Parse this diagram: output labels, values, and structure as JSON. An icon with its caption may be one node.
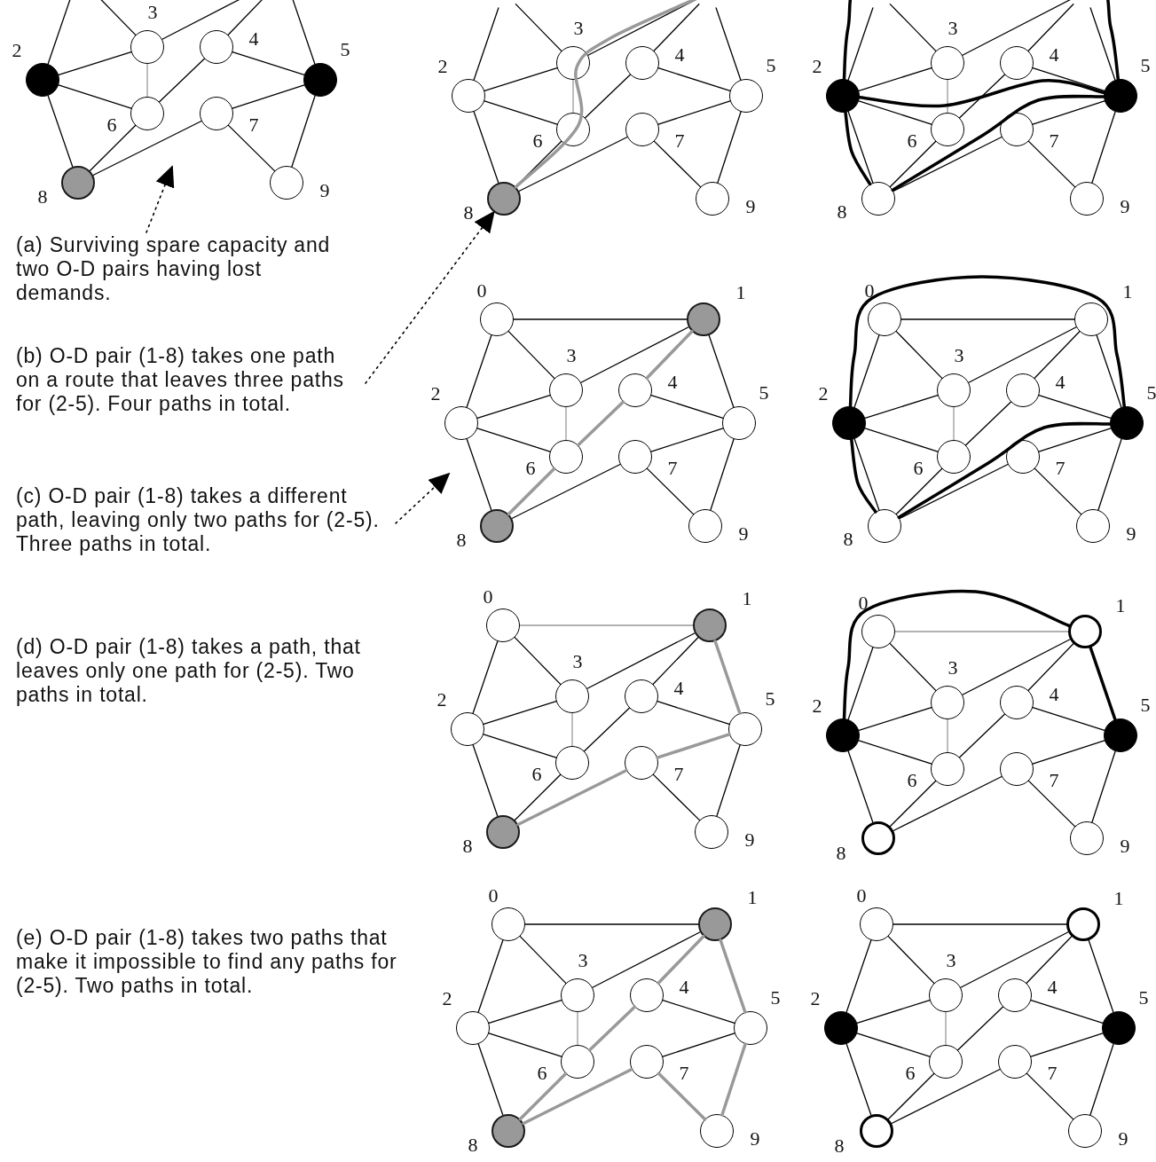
{
  "diagram": {
    "nodes": [
      {
        "text": [],
        "shape": "circle",
        "beside": [
          "2"
        ]
      },
      {
        "text": [],
        "shape": "circle",
        "beside": [
          "3"
        ]
      },
      {
        "text": [],
        "shape": "circle",
        "beside": [
          "4"
        ]
      },
      {
        "text": [],
        "shape": "circle",
        "beside": [
          "5"
        ]
      },
      {
        "text": [],
        "shape": "circle",
        "beside": [
          "6"
        ]
      },
      {
        "text": [],
        "shape": "circle",
        "beside": [
          "7"
        ]
      },
      {
        "text": [],
        "shape": "circle",
        "beside": [
          "8"
        ]
      },
      {
        "text": [],
        "shape": "circle",
        "beside": [
          "9"
        ]
      },
      {
        "text": [],
        "shape": "circle",
        "beside": [
          "2"
        ]
      },
      {
        "text": [],
        "shape": "circle",
        "beside": [
          "3"
        ]
      },
      {
        "text": [],
        "shape": "circle",
        "beside": [
          "4"
        ]
      },
      {
        "text": [],
        "shape": "circle",
        "beside": [
          "5"
        ]
      },
      {
        "text": [],
        "shape": "circle",
        "beside": [
          "6"
        ]
      },
      {
        "text": [],
        "shape": "circle",
        "beside": [
          "7"
        ]
      },
      {
        "text": [],
        "shape": "circle",
        "beside": [
          "8"
        ]
      },
      {
        "text": [],
        "shape": "circle",
        "beside": [
          "9"
        ]
      },
      {
        "text": [],
        "shape": "circle",
        "beside": [
          "2"
        ]
      },
      {
        "text": [],
        "shape": "circle",
        "beside": [
          "3"
        ]
      },
      {
        "text": [],
        "shape": "circle",
        "beside": [
          "4"
        ]
      },
      {
        "text": [],
        "shape": "circle",
        "beside": [
          "5"
        ]
      },
      {
        "text": [],
        "shape": "circle",
        "beside": [
          "6"
        ]
      },
      {
        "text": [],
        "shape": "circle",
        "beside": [
          "7"
        ]
      },
      {
        "text": [],
        "shape": "circle",
        "beside": [
          "8"
        ]
      },
      {
        "text": [],
        "shape": "circle",
        "beside": [
          "9"
        ]
      },
      {
        "text": [
          "(a) Surviving spare capacity and two O-D pairs having lost demands."
        ]
      },
      {
        "text": [
          "(b) O-D pair (1-8) takes one path on a route that leaves three paths for (2-5). Four paths in total."
        ]
      },
      {
        "text": [],
        "shape": "circle",
        "beside": [
          "0"
        ]
      },
      {
        "text": [],
        "shape": "circle",
        "beside": [
          "1"
        ]
      },
      {
        "text": [],
        "shape": "circle",
        "beside": [
          "2"
        ]
      },
      {
        "text": [],
        "shape": "circle",
        "beside": [
          "3"
        ]
      },
      {
        "text": [],
        "shape": "circle",
        "beside": [
          "4"
        ]
      },
      {
        "text": [],
        "shape": "circle",
        "beside": [
          "5"
        ]
      },
      {
        "text": [],
        "shape": "circle",
        "beside": [
          "6"
        ]
      },
      {
        "text": [],
        "shape": "circle",
        "beside": [
          "7"
        ]
      },
      {
        "text": [],
        "shape": "circle",
        "beside": [
          "8"
        ]
      },
      {
        "text": [],
        "shape": "circle",
        "beside": [
          "9"
        ]
      },
      {
        "text": [],
        "shape": "circle",
        "beside": [
          "0"
        ]
      },
      {
        "text": [],
        "shape": "circle",
        "beside": [
          "1"
        ]
      },
      {
        "text": [],
        "shape": "circle",
        "beside": [
          "2"
        ]
      },
      {
        "text": [],
        "shape": "circle",
        "beside": [
          "3"
        ]
      },
      {
        "text": [],
        "shape": "circle",
        "beside": [
          "4"
        ]
      },
      {
        "text": [],
        "shape": "circle",
        "beside": [
          "5"
        ]
      },
      {
        "text": [],
        "shape": "circle",
        "beside": [
          "6"
        ]
      },
      {
        "text": [],
        "shape": "circle",
        "beside": [
          "7"
        ]
      },
      {
        "text": [],
        "shape": "circle",
        "beside": [
          "8"
        ]
      },
      {
        "text": [],
        "shape": "circle",
        "beside": [
          "9"
        ]
      },
      {
        "text": [
          "(c) O-D pair (1-8) takes a different path, leaving only two paths for (2-5). Three paths in total."
        ]
      },
      {
        "text": [],
        "shape": "circle",
        "beside": [
          "0"
        ]
      },
      {
        "text": [],
        "shape": "circle",
        "beside": [
          "1"
        ]
      },
      {
        "text": [],
        "shape": "circle",
        "beside": [
          "2"
        ]
      },
      {
        "text": [],
        "shape": "circle",
        "beside": [
          "3"
        ]
      },
      {
        "text": [],
        "shape": "circle",
        "beside": [
          "4"
        ]
      },
      {
        "text": [],
        "shape": "circle",
        "beside": [
          "5"
        ]
      },
      {
        "text": [],
        "shape": "circle",
        "beside": [
          "6"
        ]
      },
      {
        "text": [],
        "shape": "circle",
        "beside": [
          "7"
        ]
      },
      {
        "text": [],
        "shape": "circle",
        "beside": [
          "8"
        ]
      },
      {
        "text": [],
        "shape": "circle",
        "beside": [
          "9"
        ]
      },
      {
        "text": [],
        "shape": "circle",
        "beside": [
          "0"
        ]
      },
      {
        "text": [],
        "shape": "circle",
        "beside": [
          "1"
        ]
      },
      {
        "text": [],
        "shape": "circle",
        "beside": [
          "2"
        ]
      },
      {
        "text": [],
        "shape": "circle",
        "beside": [
          "3"
        ]
      },
      {
        "text": [],
        "shape": "circle",
        "beside": [
          "4"
        ]
      },
      {
        "text": [],
        "shape": "circle",
        "beside": [
          "5"
        ]
      },
      {
        "text": [],
        "shape": "circle",
        "beside": [
          "6"
        ]
      },
      {
        "text": [],
        "shape": "circle",
        "beside": [
          "7"
        ]
      },
      {
        "text": [],
        "shape": "circle",
        "beside": [
          "8"
        ]
      },
      {
        "text": [],
        "shape": "circle",
        "beside": [
          "9"
        ]
      },
      {
        "text": [],
        "shape": "circle",
        "beside": [
          "0"
        ]
      },
      {
        "text": [],
        "shape": "circle",
        "beside": [
          "1"
        ]
      },
      {
        "text": [],
        "shape": "circle",
        "beside": [
          "2"
        ]
      },
      {
        "text": [],
        "shape": "circle",
        "beside": [
          "3"
        ]
      },
      {
        "text": [],
        "shape": "circle",
        "beside": [
          "4"
        ]
      },
      {
        "text": [],
        "shape": "circle",
        "beside": [
          "5"
        ]
      },
      {
        "text": [],
        "shape": "circle",
        "beside": [
          "6"
        ]
      },
      {
        "text": [],
        "shape": "circle",
        "beside": [
          "7"
        ]
      },
      {
        "text": [],
        "shape": "circle",
        "beside": [
          "8"
        ]
      },
      {
        "text": [],
        "shape": "circle",
        "beside": [
          "9"
        ]
      },
      {
        "text": [],
        "shape": "circle",
        "beside": [
          "0"
        ]
      },
      {
        "text": [],
        "shape": "circle",
        "beside": [
          "1"
        ]
      },
      {
        "text": [],
        "shape": "circle",
        "beside": [
          "2"
        ]
      },
      {
        "text": [],
        "shape": "circle",
        "beside": [
          "3"
        ]
      },
      {
        "text": [],
        "shape": "circle",
        "beside": [
          "4"
        ]
      },
      {
        "text": [],
        "shape": "circle",
        "beside": [
          "5"
        ]
      },
      {
        "text": [],
        "shape": "circle",
        "beside": [
          "6"
        ]
      },
      {
        "text": [],
        "shape": "circle",
        "beside": [
          "7"
        ]
      },
      {
        "text": [],
        "shape": "circle",
        "beside": [
          "8"
        ]
      },
      {
        "text": [],
        "shape": "circle",
        "beside": [
          "9"
        ]
      }
    ],
    "edges": [
      {
        "from": 0,
        "to": null,
        "arrow": "none"
      },
      {
        "from": 1,
        "to": null,
        "arrow": "none"
      },
      {
        "from": 1,
        "to": null,
        "arrow": "none"
      },
      {
        "from": 2,
        "to": null,
        "arrow": "none"
      },
      {
        "from": 3,
        "to": null,
        "arrow": "none"
      },
      {
        "from": 0,
        "to": 1,
        "arrow": "none"
      },
      {
        "from": 0,
        "to": 4,
        "arrow": "none"
      },
      {
        "from": 0,
        "to": 6,
        "arrow": "none"
      },
      {
        "from": 1,
        "to": 4,
        "arrow": "none",
        "color": "#999999"
      },
      {
        "from": 2,
        "to": 3,
        "arrow": "none"
      },
      {
        "from": 2,
        "to": 4,
        "arrow": "none"
      },
      {
        "from": 3,
        "to": 5,
        "arrow": "none"
      },
      {
        "from": 3,
        "to": 7,
        "arrow": "none"
      },
      {
        "from": 4,
        "to": 6,
        "arrow": "none"
      },
      {
        "from": 5,
        "to": 6,
        "arrow": "none"
      },
      {
        "from": 5,
        "to": 7,
        "arrow": "none"
      },
      {
        "from": 8,
        "to": null,
        "arrow": "none"
      },
      {
        "from": 9,
        "to": null,
        "arrow": "none"
      },
      {
        "from": 9,
        "to": null,
        "arrow": "none"
      },
      {
        "from": 10,
        "to": null,
        "arrow": "none"
      },
      {
        "from": 11,
        "to": null,
        "arrow": "none"
      },
      {
        "from": 8,
        "to": 9,
        "arrow": "none"
      },
      {
        "from": 8,
        "to": 12,
        "arrow": "none"
      },
      {
        "from": 8,
        "to": 14,
        "arrow": "none"
      },
      {
        "from": 9,
        "to": 12,
        "arrow": "none",
        "color": "#999999"
      },
      {
        "from": 10,
        "to": 11,
        "arrow": "none"
      },
      {
        "from": 10,
        "to": 12,
        "arrow": "none"
      },
      {
        "from": 11,
        "to": 13,
        "arrow": "none"
      },
      {
        "from": 11,
        "to": 15,
        "arrow": "none"
      },
      {
        "from": 12,
        "to": 14,
        "arrow": "none"
      },
      {
        "from": 13,
        "to": 14,
        "arrow": "none"
      },
      {
        "from": 13,
        "to": 15,
        "arrow": "none"
      },
      {
        "from": 14,
        "to": null,
        "arrow": "none",
        "style": "thick",
        "color": "#999999"
      },
      {
        "from": 16,
        "to": null,
        "arrow": "none"
      },
      {
        "from": 17,
        "to": null,
        "arrow": "none"
      },
      {
        "from": 17,
        "to": null,
        "arrow": "none"
      },
      {
        "from": 18,
        "to": null,
        "arrow": "none"
      },
      {
        "from": 19,
        "to": null,
        "arrow": "none"
      },
      {
        "from": 16,
        "to": 17,
        "arrow": "none"
      },
      {
        "from": 16,
        "to": 20,
        "arrow": "none"
      },
      {
        "from": 16,
        "to": 22,
        "arrow": "none"
      },
      {
        "from": 17,
        "to": 20,
        "arrow": "none",
        "color": "#999999"
      },
      {
        "from": 18,
        "to": 19,
        "arrow": "none"
      },
      {
        "from": 18,
        "to": 20,
        "arrow": "none"
      },
      {
        "from": 19,
        "to": 21,
        "arrow": "none"
      },
      {
        "from": 19,
        "to": 23,
        "arrow": "none"
      },
      {
        "from": 20,
        "to": 22,
        "arrow": "none"
      },
      {
        "from": 21,
        "to": 22,
        "arrow": "none"
      },
      {
        "from": 21,
        "to": 23,
        "arrow": "none"
      },
      {
        "from": 16,
        "to": 19,
        "arrow": "none",
        "style": "thick"
      },
      {
        "from": 16,
        "to": 19,
        "arrow": "none",
        "style": "thick"
      },
      {
        "from": 16,
        "to": 22,
        "arrow": "none",
        "style": "thick"
      },
      {
        "from": 22,
        "to": 19,
        "arrow": "none",
        "style": "thick"
      },
      {
        "from": 26,
        "to": 27,
        "arrow": "none"
      },
      {
        "from": 26,
        "to": 28,
        "arrow": "none"
      },
      {
        "from": 26,
        "to": 29,
        "arrow": "none"
      },
      {
        "from": 27,
        "to": 29,
        "arrow": "none"
      },
      {
        "from": 27,
        "to": 30,
        "arrow": "none",
        "style": "thick",
        "color": "#999999"
      },
      {
        "from": 27,
        "to": 31,
        "arrow": "none"
      },
      {
        "from": 28,
        "to": 29,
        "arrow": "none"
      },
      {
        "from": 28,
        "to": 32,
        "arrow": "none"
      },
      {
        "from": 28,
        "to": 34,
        "arrow": "none"
      },
      {
        "from": 29,
        "to": 32,
        "arrow": "none",
        "color": "#999999"
      },
      {
        "from": 30,
        "to": 31,
        "arrow": "none"
      },
      {
        "from": 30,
        "to": 32,
        "arrow": "none",
        "style": "thick",
        "color": "#999999"
      },
      {
        "from": 31,
        "to": 33,
        "arrow": "none"
      },
      {
        "from": 31,
        "to": 35,
        "arrow": "none"
      },
      {
        "from": 32,
        "to": 34,
        "arrow": "none",
        "style": "thick",
        "color": "#999999"
      },
      {
        "from": 33,
        "to": 34,
        "arrow": "none"
      },
      {
        "from": 33,
        "to": 35,
        "arrow": "none"
      },
      {
        "from": 36,
        "to": 37,
        "arrow": "none"
      },
      {
        "from": 36,
        "to": 38,
        "arrow": "none"
      },
      {
        "from": 36,
        "to": 39,
        "arrow": "none"
      },
      {
        "from": 37,
        "to": 39,
        "arrow": "none"
      },
      {
        "from": 37,
        "to": 40,
        "arrow": "none"
      },
      {
        "from": 37,
        "to": 41,
        "arrow": "none"
      },
      {
        "from": 38,
        "to": 39,
        "arrow": "none"
      },
      {
        "from": 38,
        "to": 42,
        "arrow": "none"
      },
      {
        "from": 38,
        "to": 44,
        "arrow": "none"
      },
      {
        "from": 39,
        "to": 42,
        "arrow": "none",
        "color": "#999999"
      },
      {
        "from": 40,
        "to": 41,
        "arrow": "none"
      },
      {
        "from": 40,
        "to": 42,
        "arrow": "none"
      },
      {
        "from": 41,
        "to": 43,
        "arrow": "none"
      },
      {
        "from": 41,
        "to": 45,
        "arrow": "none"
      },
      {
        "from": 42,
        "to": 44,
        "arrow": "none"
      },
      {
        "from": 43,
        "to": 44,
        "arrow": "none"
      },
      {
        "from": 43,
        "to": 45,
        "arrow": "none"
      },
      {
        "from": 38,
        "to": 41,
        "arrow": "none",
        "style": "thick"
      },
      {
        "from": 38,
        "to": 44,
        "arrow": "none",
        "style": "thick"
      },
      {
        "from": 44,
        "to": 41,
        "arrow": "none",
        "style": "thick"
      },
      {
        "from": 24,
        "to": null,
        "arrow": "to",
        "style": "dashed"
      },
      {
        "from": 25,
        "to": 14,
        "arrow": "to",
        "style": "dashed"
      },
      {
        "from": 46,
        "to": null,
        "arrow": "to",
        "style": "dashed"
      },
      {
        "from": 47,
        "to": 48,
        "arrow": "none",
        "color": "#999999"
      },
      {
        "from": 47,
        "to": 49,
        "arrow": "none"
      },
      {
        "from": 47,
        "to": 50,
        "arrow": "none"
      },
      {
        "from": 48,
        "to": 50,
        "arrow": "none"
      },
      {
        "from": 48,
        "to": 51,
        "arrow": "none"
      },
      {
        "from": 48,
        "to": 52,
        "arrow": "none",
        "style": "thick",
        "color": "#999999"
      },
      {
        "from": 49,
        "to": 50,
        "arrow": "none"
      },
      {
        "from": 49,
        "to": 53,
        "arrow": "none"
      },
      {
        "from": 49,
        "to": 55,
        "arrow": "none"
      },
      {
        "from": 50,
        "to": 53,
        "arrow": "none",
        "color": "#999999"
      },
      {
        "from": 51,
        "to": 52,
        "arrow": "none"
      },
      {
        "from": 51,
        "to": 53,
        "arrow": "none"
      },
      {
        "from": 52,
        "to": 54,
        "arrow": "none",
        "style": "thick",
        "color": "#999999"
      },
      {
        "from": 52,
        "to": 56,
        "arrow": "none"
      },
      {
        "from": 53,
        "to": 55,
        "arrow": "none"
      },
      {
        "from": 54,
        "to": 55,
        "arrow": "none",
        "style": "thick",
        "color": "#999999"
      },
      {
        "from": 54,
        "to": 56,
        "arrow": "none"
      },
      {
        "from": 57,
        "to": 58,
        "arrow": "none",
        "color": "#999999"
      },
      {
        "from": 57,
        "to": 59,
        "arrow": "none"
      },
      {
        "from": 57,
        "to": 60,
        "arrow": "none"
      },
      {
        "from": 58,
        "to": 60,
        "arrow": "none"
      },
      {
        "from": 58,
        "to": 61,
        "arrow": "none"
      },
      {
        "from": 58,
        "to": 62,
        "arrow": "none"
      },
      {
        "from": 59,
        "to": 60,
        "arrow": "none"
      },
      {
        "from": 59,
        "to": 63,
        "arrow": "none"
      },
      {
        "from": 59,
        "to": 65,
        "arrow": "none"
      },
      {
        "from": 60,
        "to": 63,
        "arrow": "none",
        "color": "#999999"
      },
      {
        "from": 61,
        "to": 62,
        "arrow": "none"
      },
      {
        "from": 61,
        "to": 63,
        "arrow": "none"
      },
      {
        "from": 62,
        "to": 64,
        "arrow": "none"
      },
      {
        "from": 62,
        "to": 66,
        "arrow": "none"
      },
      {
        "from": 63,
        "to": 65,
        "arrow": "none"
      },
      {
        "from": 64,
        "to": 65,
        "arrow": "none"
      },
      {
        "from": 64,
        "to": 66,
        "arrow": "none"
      },
      {
        "from": 59,
        "to": 58,
        "arrow": "none",
        "style": "thick"
      },
      {
        "from": 58,
        "to": 62,
        "arrow": "none",
        "style": "thick"
      },
      {
        "from": 67,
        "to": 68,
        "arrow": "none"
      },
      {
        "from": 67,
        "to": 69,
        "arrow": "none"
      },
      {
        "from": 67,
        "to": 70,
        "arrow": "none"
      },
      {
        "from": 68,
        "to": 70,
        "arrow": "none"
      },
      {
        "from": 68,
        "to": 71,
        "arrow": "none",
        "style": "thick",
        "color": "#999999"
      },
      {
        "from": 68,
        "to": 72,
        "arrow": "none",
        "style": "thick",
        "color": "#999999"
      },
      {
        "from": 69,
        "to": 70,
        "arrow": "none"
      },
      {
        "from": 69,
        "to": 73,
        "arrow": "none"
      },
      {
        "from": 69,
        "to": 75,
        "arrow": "none"
      },
      {
        "from": 70,
        "to": 73,
        "arrow": "none",
        "color": "#999999"
      },
      {
        "from": 71,
        "to": 72,
        "arrow": "none"
      },
      {
        "from": 71,
        "to": 73,
        "arrow": "none",
        "style": "thick",
        "color": "#999999"
      },
      {
        "from": 72,
        "to": 74,
        "arrow": "none"
      },
      {
        "from": 72,
        "to": 76,
        "arrow": "none",
        "style": "thick",
        "color": "#999999"
      },
      {
        "from": 73,
        "to": 75,
        "arrow": "none",
        "style": "thick",
        "color": "#999999"
      },
      {
        "from": 74,
        "to": 75,
        "arrow": "none",
        "style": "thick",
        "color": "#999999"
      },
      {
        "from": 74,
        "to": 76,
        "arrow": "none",
        "style": "thick",
        "color": "#999999"
      },
      {
        "from": 77,
        "to": 78,
        "arrow": "none"
      },
      {
        "from": 77,
        "to": 79,
        "arrow": "none"
      },
      {
        "from": 77,
        "to": 80,
        "arrow": "none"
      },
      {
        "from": 78,
        "to": 80,
        "arrow": "none"
      },
      {
        "from": 78,
        "to": 81,
        "arrow": "none"
      },
      {
        "from": 78,
        "to": 82,
        "arrow": "none"
      },
      {
        "from": 79,
        "to": 80,
        "arrow": "none"
      },
      {
        "from": 79,
        "to": 83,
        "arrow": "none"
      },
      {
        "from": 79,
        "to": 85,
        "arrow": "none"
      },
      {
        "from": 80,
        "to": 83,
        "arrow": "none",
        "color": "#999999"
      },
      {
        "from": 81,
        "to": 82,
        "arrow": "none"
      },
      {
        "from": 81,
        "to": 83,
        "arrow": "none"
      },
      {
        "from": 82,
        "to": 84,
        "arrow": "none"
      },
      {
        "from": 82,
        "to": 86,
        "arrow": "none"
      },
      {
        "from": 83,
        "to": 85,
        "arrow": "none"
      },
      {
        "from": 84,
        "to": 85,
        "arrow": "none"
      },
      {
        "from": 84,
        "to": 86,
        "arrow": "none"
      }
    ],
    "labels": [
      "(d) O-D pair (1-8) takes a path, that leaves only one path for (2-5). Two paths in total.",
      "(e) O-D pair (1-8) takes two paths that make it impossible to find any paths for (2-5). Two paths in total."
    ]
  }
}
